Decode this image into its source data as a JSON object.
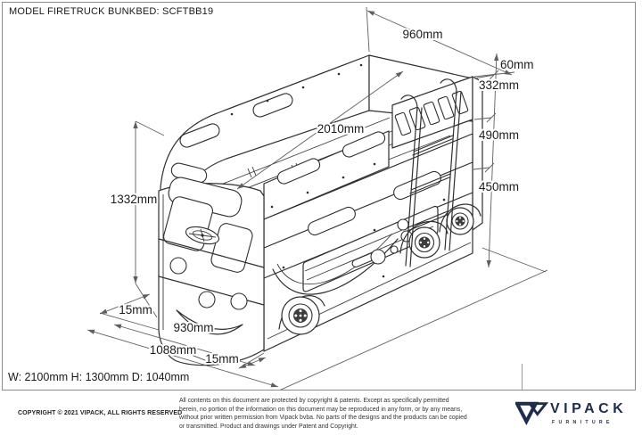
{
  "title": "MODEL FIRETRUCK BUNKBED: SCFTBB19",
  "drawing": {
    "dim_labels": {
      "top_width": "960mm",
      "top_thickness": "60mm",
      "rail_height": "332mm",
      "bed_length": "2010mm",
      "upper_clearance": "490mm",
      "lower_clearance": "450mm",
      "total_height": "1332mm",
      "front_panel": "15mm",
      "front_width": "930mm",
      "front_total_width": "1088mm",
      "bottom_panel": "15mm"
    },
    "overall_dimensions": "W: 2100mm H: 1300mm D: 1040mm"
  },
  "footer": {
    "copyright": "COPYRIGHT © 2021 VIPACK, ALL RIGHTS RESERVED",
    "legal": "All contents on this document are protected by copyright & patents. Except as specifically permitted herein, no portion of the information on this document may be reproduced in any form, or by any means, without prior written permission from Vipack bvba. No parts of the designs and the products can be copied or transmitted. Product and drawings under Patent and Copyright.",
    "brand": {
      "name": "VIPACK",
      "tagline": "FURNITURE"
    }
  },
  "colors": {
    "line": "#2f2f2f",
    "dimension": "#5f5f5f",
    "brand_navy": "#1e2c4e"
  }
}
